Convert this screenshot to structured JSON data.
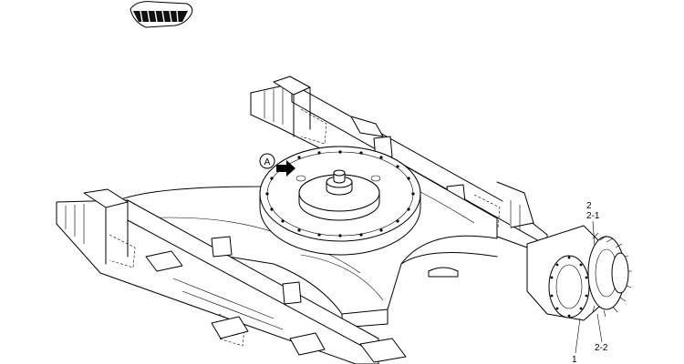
{
  "callouts": {
    "view_marker": "A",
    "part_2": "2",
    "part_2_1": "2-1",
    "part_2_2": "2-2",
    "part_1": "1"
  },
  "icons": {
    "thumbnail": "track-thumbnail-icon",
    "view_arrow": "arrow-right-icon"
  }
}
